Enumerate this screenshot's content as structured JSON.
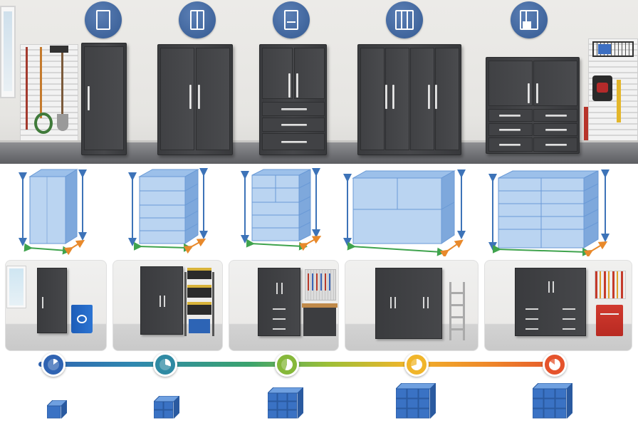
{
  "colors": {
    "badge_blue": "#3d65a0",
    "cabinet_charcoal": "#424346",
    "wireframe_blue": "#6a9ad6",
    "width_arrow": "#3fa34d",
    "depth_arrow": "#e8892b",
    "height_arrow": "#3d73b8",
    "timeline_start": "#2f63b2",
    "timeline_end": "#e5532c"
  },
  "badges": [
    {
      "icon": "single-door-cabinet-icon"
    },
    {
      "icon": "double-door-cabinet-icon"
    },
    {
      "icon": "door-and-drawer-cabinet-icon"
    },
    {
      "icon": "wide-cabinet-icon"
    },
    {
      "icon": "cabinet-with-drawers-icon"
    }
  ],
  "timeline": [
    {
      "fill": 0.15,
      "color": "#2f63b2"
    },
    {
      "fill": 0.3,
      "color": "#2f8aa3"
    },
    {
      "fill": 0.55,
      "color": "#86b83a"
    },
    {
      "fill": 0.7,
      "color": "#f0b52a"
    },
    {
      "fill": 0.85,
      "color": "#e5532c"
    }
  ],
  "storage_capacity_levels": [
    1,
    2,
    3,
    4,
    5
  ]
}
